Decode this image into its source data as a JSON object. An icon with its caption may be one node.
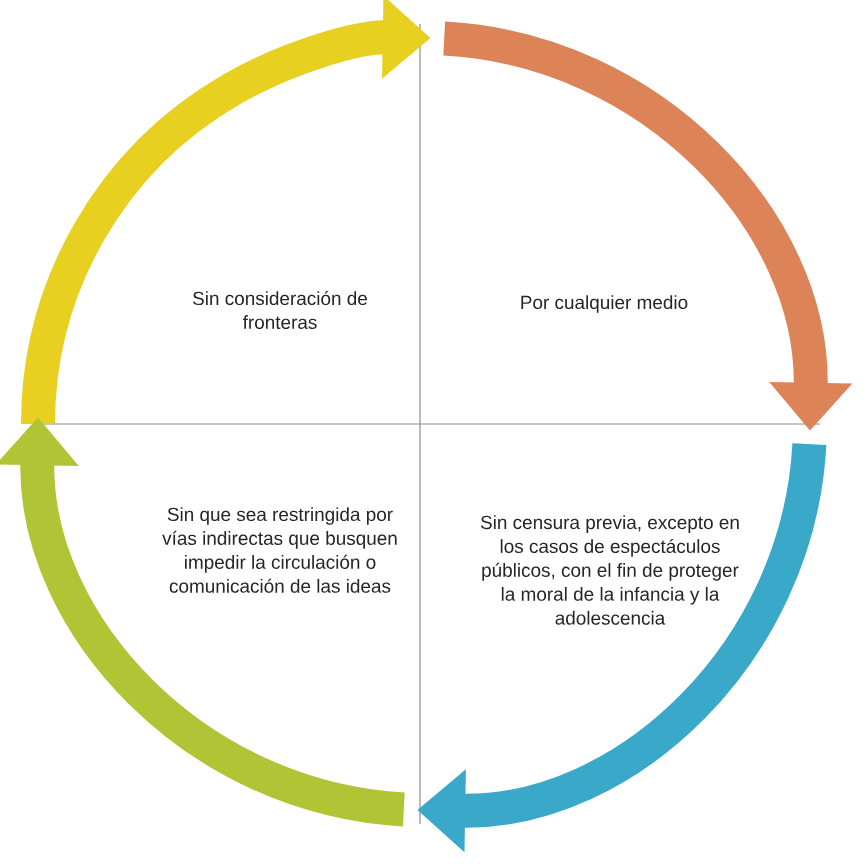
{
  "diagram": {
    "nodes": [
      {
        "text": [
          "Sin consideración de fronteras"
        ]
      },
      {
        "text": [
          "Por cualquier medio"
        ]
      },
      {
        "text": [
          "Sin que sea restringida por vías indirectas que busquen impedir la circulación o comunicación de las ideas"
        ]
      },
      {
        "text": [
          "Sin censura previa, excepto en los casos de espectáculos públicos, con el fin de proteger la moral de la infancia y la adolescencia"
        ]
      }
    ]
  }
}
